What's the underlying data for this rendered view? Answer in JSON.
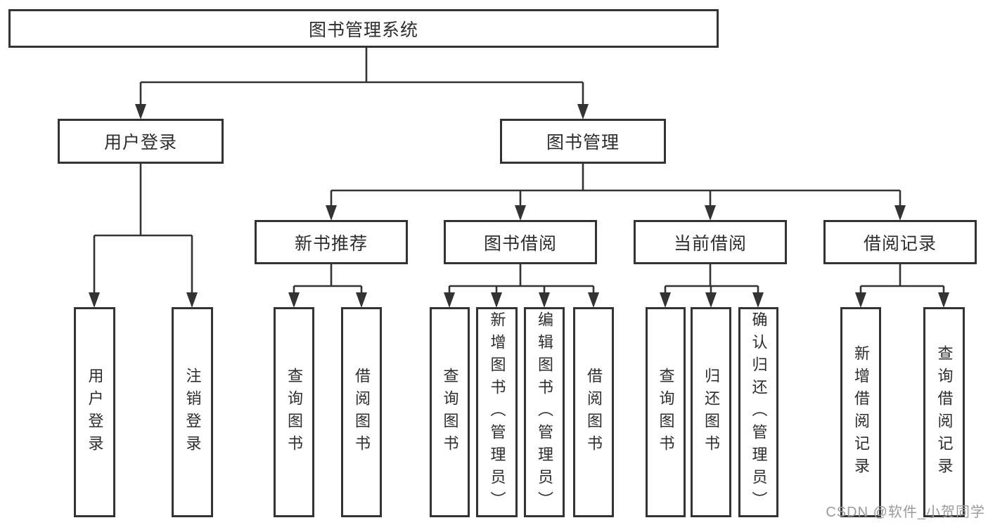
{
  "diagram": {
    "root": {
      "label": "图书管理系统"
    },
    "level2": [
      {
        "label": "用户登录"
      },
      {
        "label": "图书管理"
      }
    ],
    "level3": [
      {
        "label": "新书推荐"
      },
      {
        "label": "图书借阅"
      },
      {
        "label": "当前借阅"
      },
      {
        "label": "借阅记录"
      }
    ],
    "leaves": [
      {
        "label": "用户登录"
      },
      {
        "label": "注销登录"
      },
      {
        "label": "查询图书"
      },
      {
        "label": "借阅图书"
      },
      {
        "label": "查询图书"
      },
      {
        "label": "新增图书（管理员）"
      },
      {
        "label": "编辑图书（管理员）"
      },
      {
        "label": "借阅图书"
      },
      {
        "label": "查询图书"
      },
      {
        "label": "归还图书"
      },
      {
        "label": "确认归还（管理员）"
      },
      {
        "label": "新增借阅记录"
      },
      {
        "label": "查询借阅记录"
      }
    ]
  },
  "watermark": {
    "text": "CSDN @软件_小贺同学"
  },
  "colors": {
    "line": "#333333",
    "box_border": "#333333",
    "text": "#2d2d2d",
    "watermark": "#9b9b9b",
    "background": "#ffffff"
  }
}
